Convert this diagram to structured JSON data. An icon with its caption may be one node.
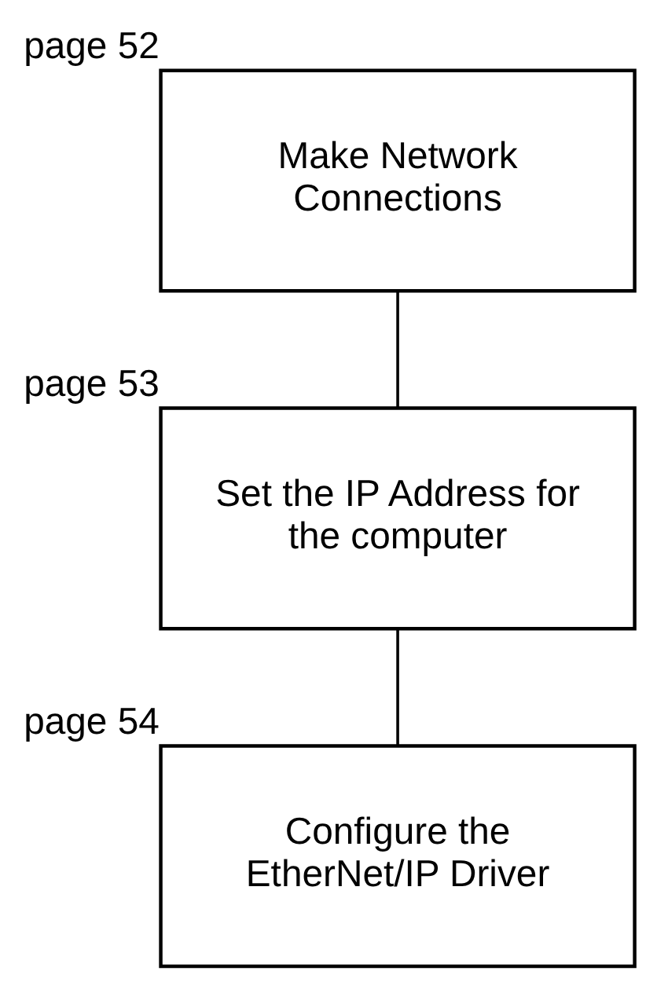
{
  "diagram": {
    "nodes": [
      {
        "text": [
          "Make Network Connections"
        ],
        "beside": [
          "page 52"
        ]
      },
      {
        "text": [
          "Set the IP Address for the computer"
        ],
        "beside": [
          "page 53"
        ]
      },
      {
        "text": [
          "Configure the EtherNet/IP Driver"
        ],
        "beside": [
          "page 54"
        ]
      }
    ],
    "edges": [
      {
        "from": 0,
        "to": 1,
        "arrow": "none"
      },
      {
        "from": 1,
        "to": 2,
        "arrow": "none"
      }
    ]
  }
}
